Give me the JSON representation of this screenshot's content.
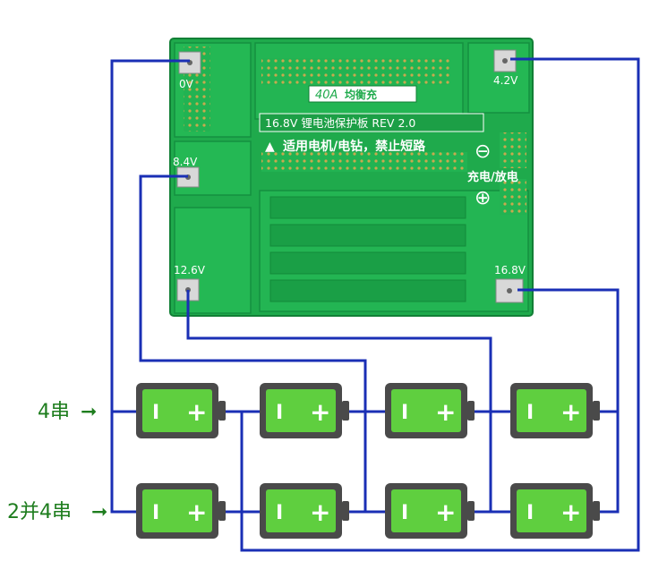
{
  "board": {
    "current_label": "40A",
    "current_label_extra": "均衡充",
    "title": "16.8V 锂电池保护板 REV 2.0",
    "warning": "适用电机/电钻，禁止短路",
    "charge_discharge": "充电/放电",
    "minus_symbol": "⊖",
    "plus_symbol": "⊕"
  },
  "taps": [
    {
      "label": "0V"
    },
    {
      "label": "4.2V"
    },
    {
      "label": "8.4V"
    },
    {
      "label": "12.6V"
    },
    {
      "label": "16.8V"
    }
  ],
  "side_labels": {
    "row1": "4串",
    "row2": "2并4串",
    "arrow": "➞"
  },
  "battery": {
    "minus_sign": "I",
    "plus_sign": "+"
  },
  "colors": {
    "pcb": "#1faa4c",
    "pcb_dark": "#168a3c",
    "wire": "#1a2fb5",
    "battery_body": "#4a4a4a",
    "battery_cell": "#5fcf3f",
    "label_green": "#1e7d1e"
  }
}
